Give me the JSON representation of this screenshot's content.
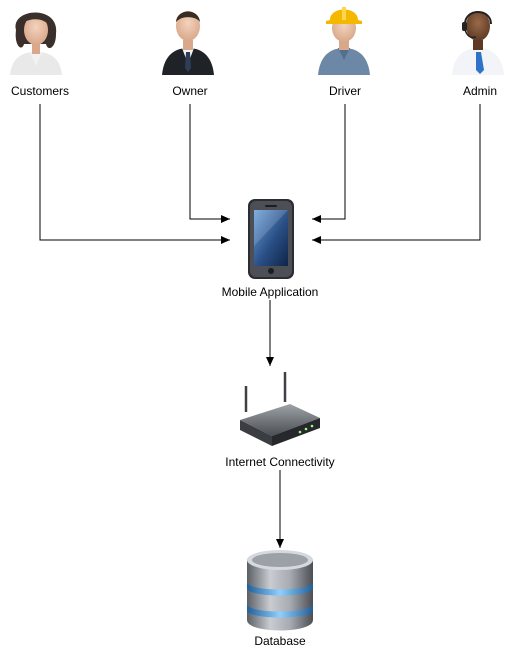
{
  "actors": [
    {
      "label": "Customers",
      "icon": "businesswoman-avatar-icon"
    },
    {
      "label": "Owner",
      "icon": "businessman-suit-avatar-icon"
    },
    {
      "label": "Driver",
      "icon": "construction-worker-hardhat-icon"
    },
    {
      "label": "Admin",
      "icon": "support-agent-headset-icon"
    }
  ],
  "nodes": {
    "mobile_app": {
      "label": "Mobile Application",
      "icon": "smartphone-icon"
    },
    "internet": {
      "label": "Internet Connectivity",
      "icon": "wireless-router-icon"
    },
    "database": {
      "label": "Database",
      "icon": "database-cylinder-icon"
    }
  },
  "colors": {
    "line": "#000000",
    "accent": "#5b9bd5",
    "hardhat": "#f5b800"
  }
}
